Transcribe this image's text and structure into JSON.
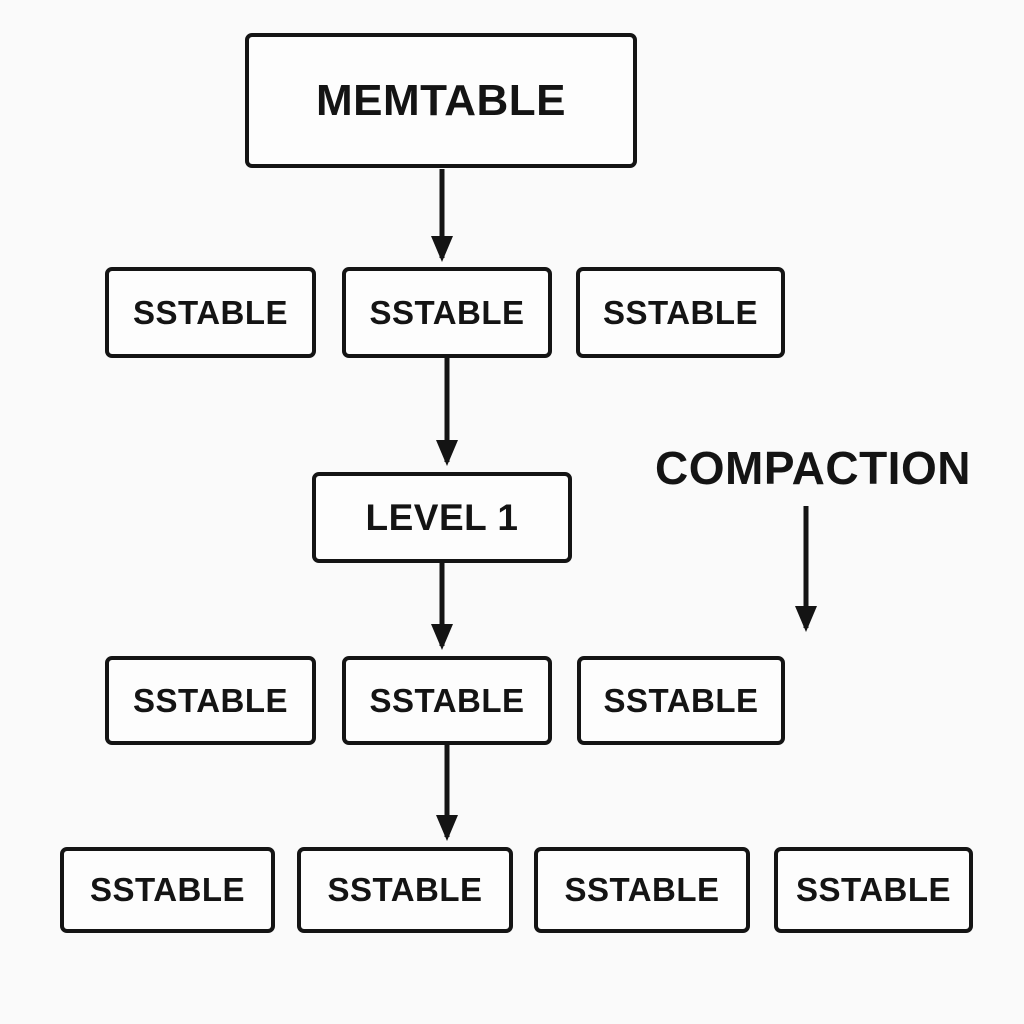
{
  "diagram": {
    "type": "flow-diagram",
    "background_color": "#fafafa",
    "line_color": "#141414",
    "box_fill_color": "#fdfdfd",
    "nodes": [
      {
        "id": "memtable",
        "label": "MEMTABLE"
      },
      {
        "id": "sstable-l0-a",
        "label": "SSTABLE"
      },
      {
        "id": "sstable-l0-b",
        "label": "SSTABLE"
      },
      {
        "id": "sstable-l0-c",
        "label": "SSTABLE"
      },
      {
        "id": "level1",
        "label": "LEVEL 1"
      },
      {
        "id": "sstable-l1-a",
        "label": "SSTABLE"
      },
      {
        "id": "sstable-l1-b",
        "label": "SSTABLE"
      },
      {
        "id": "sstable-l1-c",
        "label": "SSTABLE"
      },
      {
        "id": "sstable-l2-a",
        "label": "SSTABLE"
      },
      {
        "id": "sstable-l2-b",
        "label": "SSTABLE"
      },
      {
        "id": "sstable-l2-c",
        "label": "SSTABLE"
      },
      {
        "id": "sstable-l2-d",
        "label": "SSTABLE"
      }
    ],
    "annotations": [
      {
        "id": "compaction",
        "text": "COMPACTION",
        "arrow_direction": "down"
      }
    ],
    "edges": [
      {
        "from": "memtable",
        "to": "sstable-l0-b"
      },
      {
        "from": "sstable-l0-b",
        "to": "level1"
      },
      {
        "from": "level1",
        "to": "sstable-l1-b"
      },
      {
        "from": "sstable-l1-b",
        "to": "sstable-l2-b"
      }
    ]
  }
}
